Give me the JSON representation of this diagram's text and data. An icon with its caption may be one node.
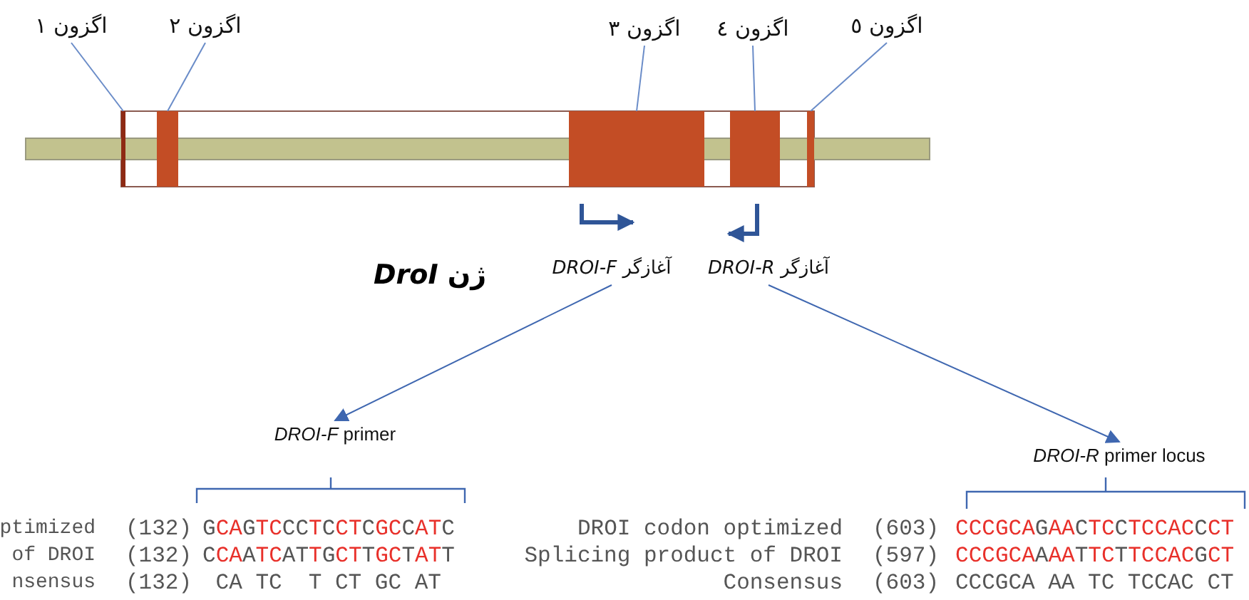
{
  "diagram": {
    "title": "ژن *DroI*",
    "nodes": [
      {
        "text": [
          "اگزون ۱"
        ]
      },
      {
        "text": [
          "اگزون ۲"
        ]
      },
      {
        "text": [
          "اگزون ۳"
        ]
      },
      {
        "text": [
          "اگزون ٤"
        ]
      },
      {
        "text": [
          "اگزون ٥"
        ]
      },
      {
        "text": [],
        "shape": "box"
      },
      {
        "text": [],
        "shape": "box"
      },
      {
        "text": [],
        "shape": "box"
      },
      {
        "text": [],
        "shape": "box"
      },
      {
        "text": [],
        "shape": "box"
      },
      {
        "text": [
          "آغازگر *DROI-F*"
        ]
      },
      {
        "text": [
          "آغازگر *DROI-R*"
        ]
      },
      {
        "text": [
          "*DROI-F* primer"
        ]
      },
      {
        "text": [
          "*DROI-R* primer locus"
        ]
      }
    ],
    "edges": [
      {
        "from": 0,
        "to": 5,
        "arrow": "none"
      },
      {
        "from": 1,
        "to": 6,
        "arrow": "none"
      },
      {
        "from": 2,
        "to": 7,
        "arrow": "none"
      },
      {
        "from": 3,
        "to": 8,
        "arrow": "none"
      },
      {
        "from": 4,
        "to": 9,
        "arrow": "none"
      },
      {
        "from": 10,
        "to": 12,
        "arrow": "to"
      },
      {
        "from": 11,
        "to": 13,
        "arrow": "to"
      }
    ],
    "labels": [
      "ptimized",
      "(132)",
      "GCAGTCCCTCCTCGCCATC",
      "DROI codon optimized",
      "(603)",
      "CCCGCAGAACTCCTCCACCCT",
      "of DROI",
      "(132)",
      "CCAATCATTGCTTGCTATT",
      "Splicing product of DROI",
      "(597)",
      "CCCGCAAAATTCTTCCACGCT",
      "nsensus",
      "(132)",
      "CA TC  T CT GC AT",
      "Consensus",
      "(603)",
      "CCCGCA AA TC TCCAC CT"
    ]
  }
}
